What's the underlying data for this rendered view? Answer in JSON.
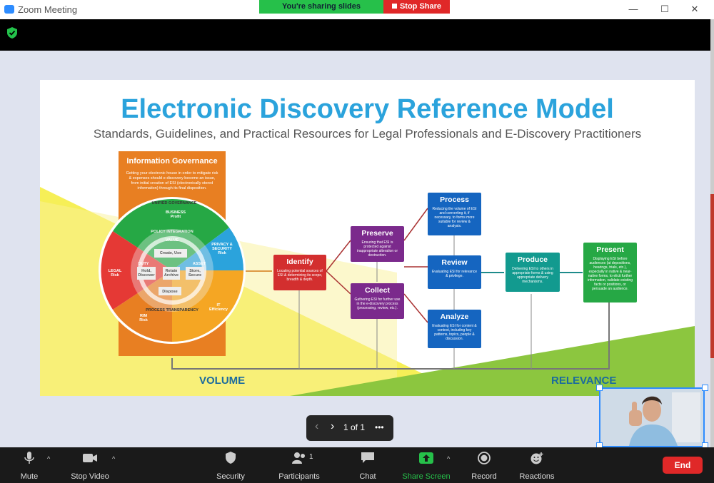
{
  "window": {
    "title": "Zoom Meeting",
    "minimize": "—",
    "maximize": "☐",
    "close": "✕"
  },
  "share": {
    "banner": "You're sharing slides",
    "stop": "Stop Share"
  },
  "slide": {
    "title": "Electronic Discovery Reference Model",
    "subtitle": "Standards, Guidelines, and Practical Resources for Legal Professionals and E-Discovery Practitioners",
    "ig_title": "Information  Governance",
    "ig_text": "Getting your electronic house in order to mitigate risk & expenses should e-discovery become an issue, from initial creation of ESI (electronically stored information) through its final disposition.",
    "ring_top": "UNIFIED GOVERNANCE",
    "ring_bottom": "PROCESS TRANSPARENCY",
    "policy": "POLICY INTEGRATION",
    "business": "BUSINESS\nProfit",
    "privacy": "PRIVACY &\nSECURITY\nRisk",
    "legal": "LEGAL\nRisk",
    "it": "IT\nEfficiency",
    "rim": "RIM\nRisk",
    "value": "VALUE",
    "duty": "DUTY",
    "asset": "ASSET",
    "create_use": "Create, Use",
    "hold_discover": "Hold,\nDiscover",
    "retain_archive": "Retain\nArchive",
    "store_secure": "Store,\nSecure",
    "dispose": "Dispose",
    "identify": {
      "title": "Identify",
      "desc": "Locating potential sources of ESI & determining its scope, breadth & depth."
    },
    "preserve": {
      "title": "Preserve",
      "desc": "Ensuring that ESI is protected against inappropriate alteration or destruction."
    },
    "collect": {
      "title": "Collect",
      "desc": "Gathering ESI for further use in the e-discovery process (processing, review, etc.)."
    },
    "process": {
      "title": "Process",
      "desc": "Reducing the volume of ESI and converting it, if necessary, to forms more suitable for review & analysis."
    },
    "review": {
      "title": "Review",
      "desc": "Evaluating ESI for relevance & privilege."
    },
    "analyze": {
      "title": "Analyze",
      "desc": "Evaluating ESI for content & context, including key patterns, topics, people & discussion."
    },
    "produce": {
      "title": "Produce",
      "desc": "Delivering ESI to others in appropriate forms & using appropriate delivery mechanisms."
    },
    "present": {
      "title": "Present",
      "desc": "Displaying ESI before audiences (at depositions, hearings, trials, etc.), especially in native & near-native forms, to elicit further information, validate existing facts or positions, or persuade an audience."
    },
    "volume": "VOLUME",
    "relevance": "RELEVANCE"
  },
  "pager": {
    "prev": "‹",
    "next": "›",
    "page": "1 of 1",
    "more": "•••"
  },
  "toolbar": {
    "mute": "Mute",
    "stop_video": "Stop Video",
    "security": "Security",
    "participants": "Participants",
    "participants_count": "1",
    "chat": "Chat",
    "share_screen": "Share Screen",
    "record": "Record",
    "reactions": "Reactions",
    "end": "End"
  },
  "colors": {
    "share_green": "#26c04a",
    "stop_red": "#e02828",
    "accent_blue": "#2ba3dc",
    "toolbar_bg": "#1a1a1a"
  }
}
